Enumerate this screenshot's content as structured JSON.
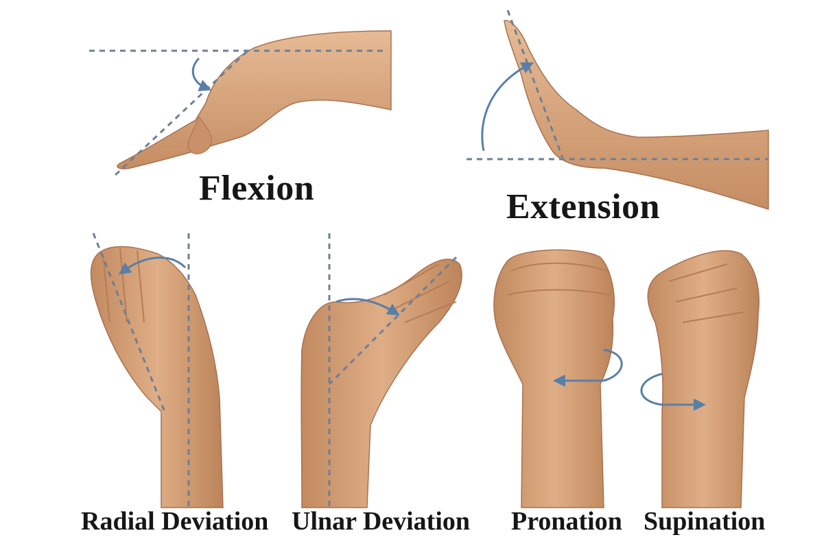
{
  "labels": {
    "flexion": "Flexion",
    "extension": "Extension",
    "radial_deviation": "Radial Deviation",
    "ulnar_deviation": "Ulnar Deviation",
    "pronation": "Pronation",
    "supination": "Supination"
  },
  "colors": {
    "skin": "#d7a27a",
    "skin_shadow": "#b57c55",
    "skin_light": "#e8c19f",
    "guide_line": "#6e7f94",
    "arrow": "#5a7fa6",
    "text": "#161616"
  },
  "icons": [
    "hand-flexion-illustration",
    "hand-extension-illustration",
    "hand-radial-deviation-illustration",
    "hand-ulnar-deviation-illustration",
    "fist-pronation-illustration",
    "fist-supination-illustration"
  ]
}
